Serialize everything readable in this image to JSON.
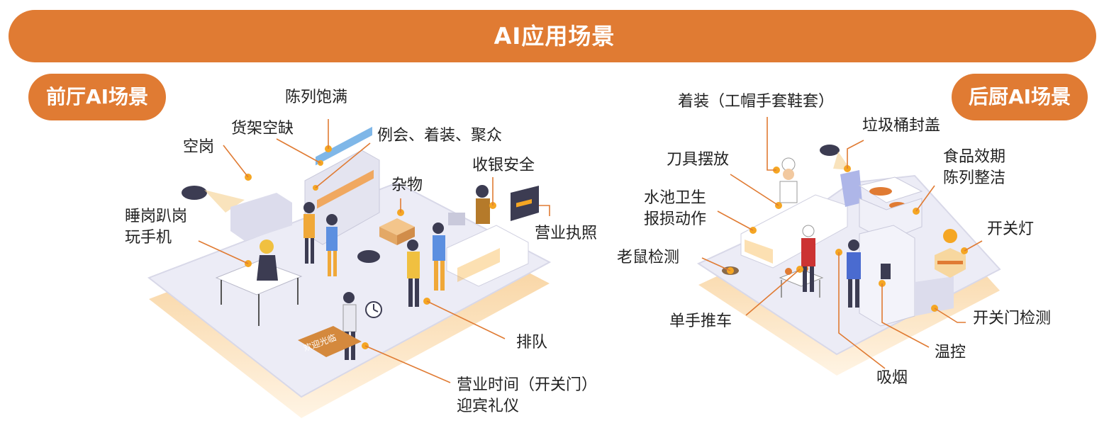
{
  "title": "AI应用场景",
  "colors": {
    "accent": "#e07b33",
    "platform": "#e9e9f4",
    "highlight": "#f5a623"
  },
  "front": {
    "heading": "前厅AI场景",
    "labels": {
      "chenlie_baoman": "陈列饱满",
      "huojia_kongque": "货架空缺",
      "lihui": "例会、着装、聚众",
      "konggang": "空岗",
      "zawu": "杂物",
      "shouyin": "收银安全",
      "yingye_zhizhao": "营业执照",
      "shuigang": "睡岗趴岗",
      "wanshouji": "玩手机",
      "paidui": "排队",
      "yingye_shijian": "营业时间（开关门）",
      "yingbin": "迎宾礼仪",
      "mat_text": "欢迎光临"
    }
  },
  "back": {
    "heading": "后厨AI场景",
    "labels": {
      "zhuozhuang": "着装（工帽手套鞋套）",
      "lajitong": "垃圾桶封盖",
      "daoju": "刀具摆放",
      "shipin_1": "食品效期",
      "shipin_2": "陈列整洁",
      "shuichi_1": "水池卫生",
      "shuichi_2": "报损动作",
      "kaiguandeng": "开关灯",
      "laoshu": "老鼠检测",
      "danshou": "单手推车",
      "kaiguanmen": "开关门检测",
      "wenkong": "温控",
      "xiyan": "吸烟"
    }
  }
}
